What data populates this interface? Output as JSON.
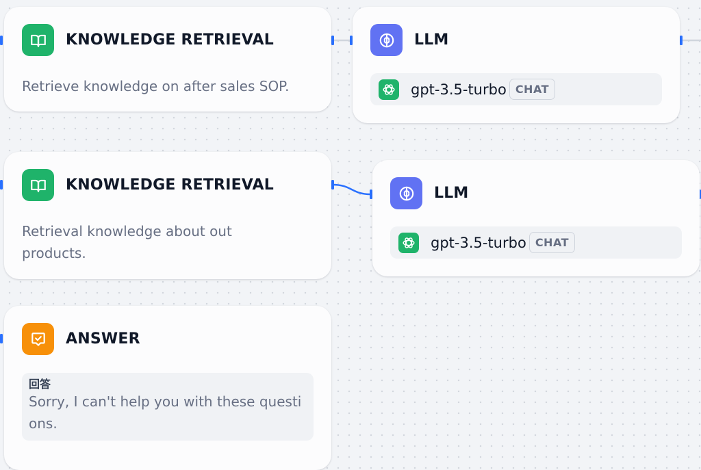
{
  "nodes": {
    "kr1": {
      "title": "KNOWLEDGE RETRIEVAL",
      "icon": "book-open-icon",
      "description": "Retrieve knowledge on after sales SOP."
    },
    "llm1": {
      "title": "LLM",
      "icon": "brain-icon",
      "model": "gpt-3.5-turbo",
      "model_icon": "openai-icon",
      "tag": "CHAT"
    },
    "kr2": {
      "title": "KNOWLEDGE RETRIEVAL",
      "icon": "book-open-icon",
      "description": "Retrieval knowledge about out products."
    },
    "llm2": {
      "title": "LLM",
      "icon": "brain-icon",
      "model": "gpt-3.5-turbo",
      "model_icon": "openai-icon",
      "tag": "CHAT"
    },
    "answer": {
      "title": "ANSWER",
      "icon": "message-check-icon",
      "label": "回答",
      "text": "Sorry, I can't help you with these questions."
    }
  },
  "colors": {
    "knowledge_icon": "#1fb36a",
    "llm_icon": "#6172f3",
    "answer_icon": "#f79009",
    "edge": "#2970ff",
    "edge_idle": "#d0d5dd"
  }
}
